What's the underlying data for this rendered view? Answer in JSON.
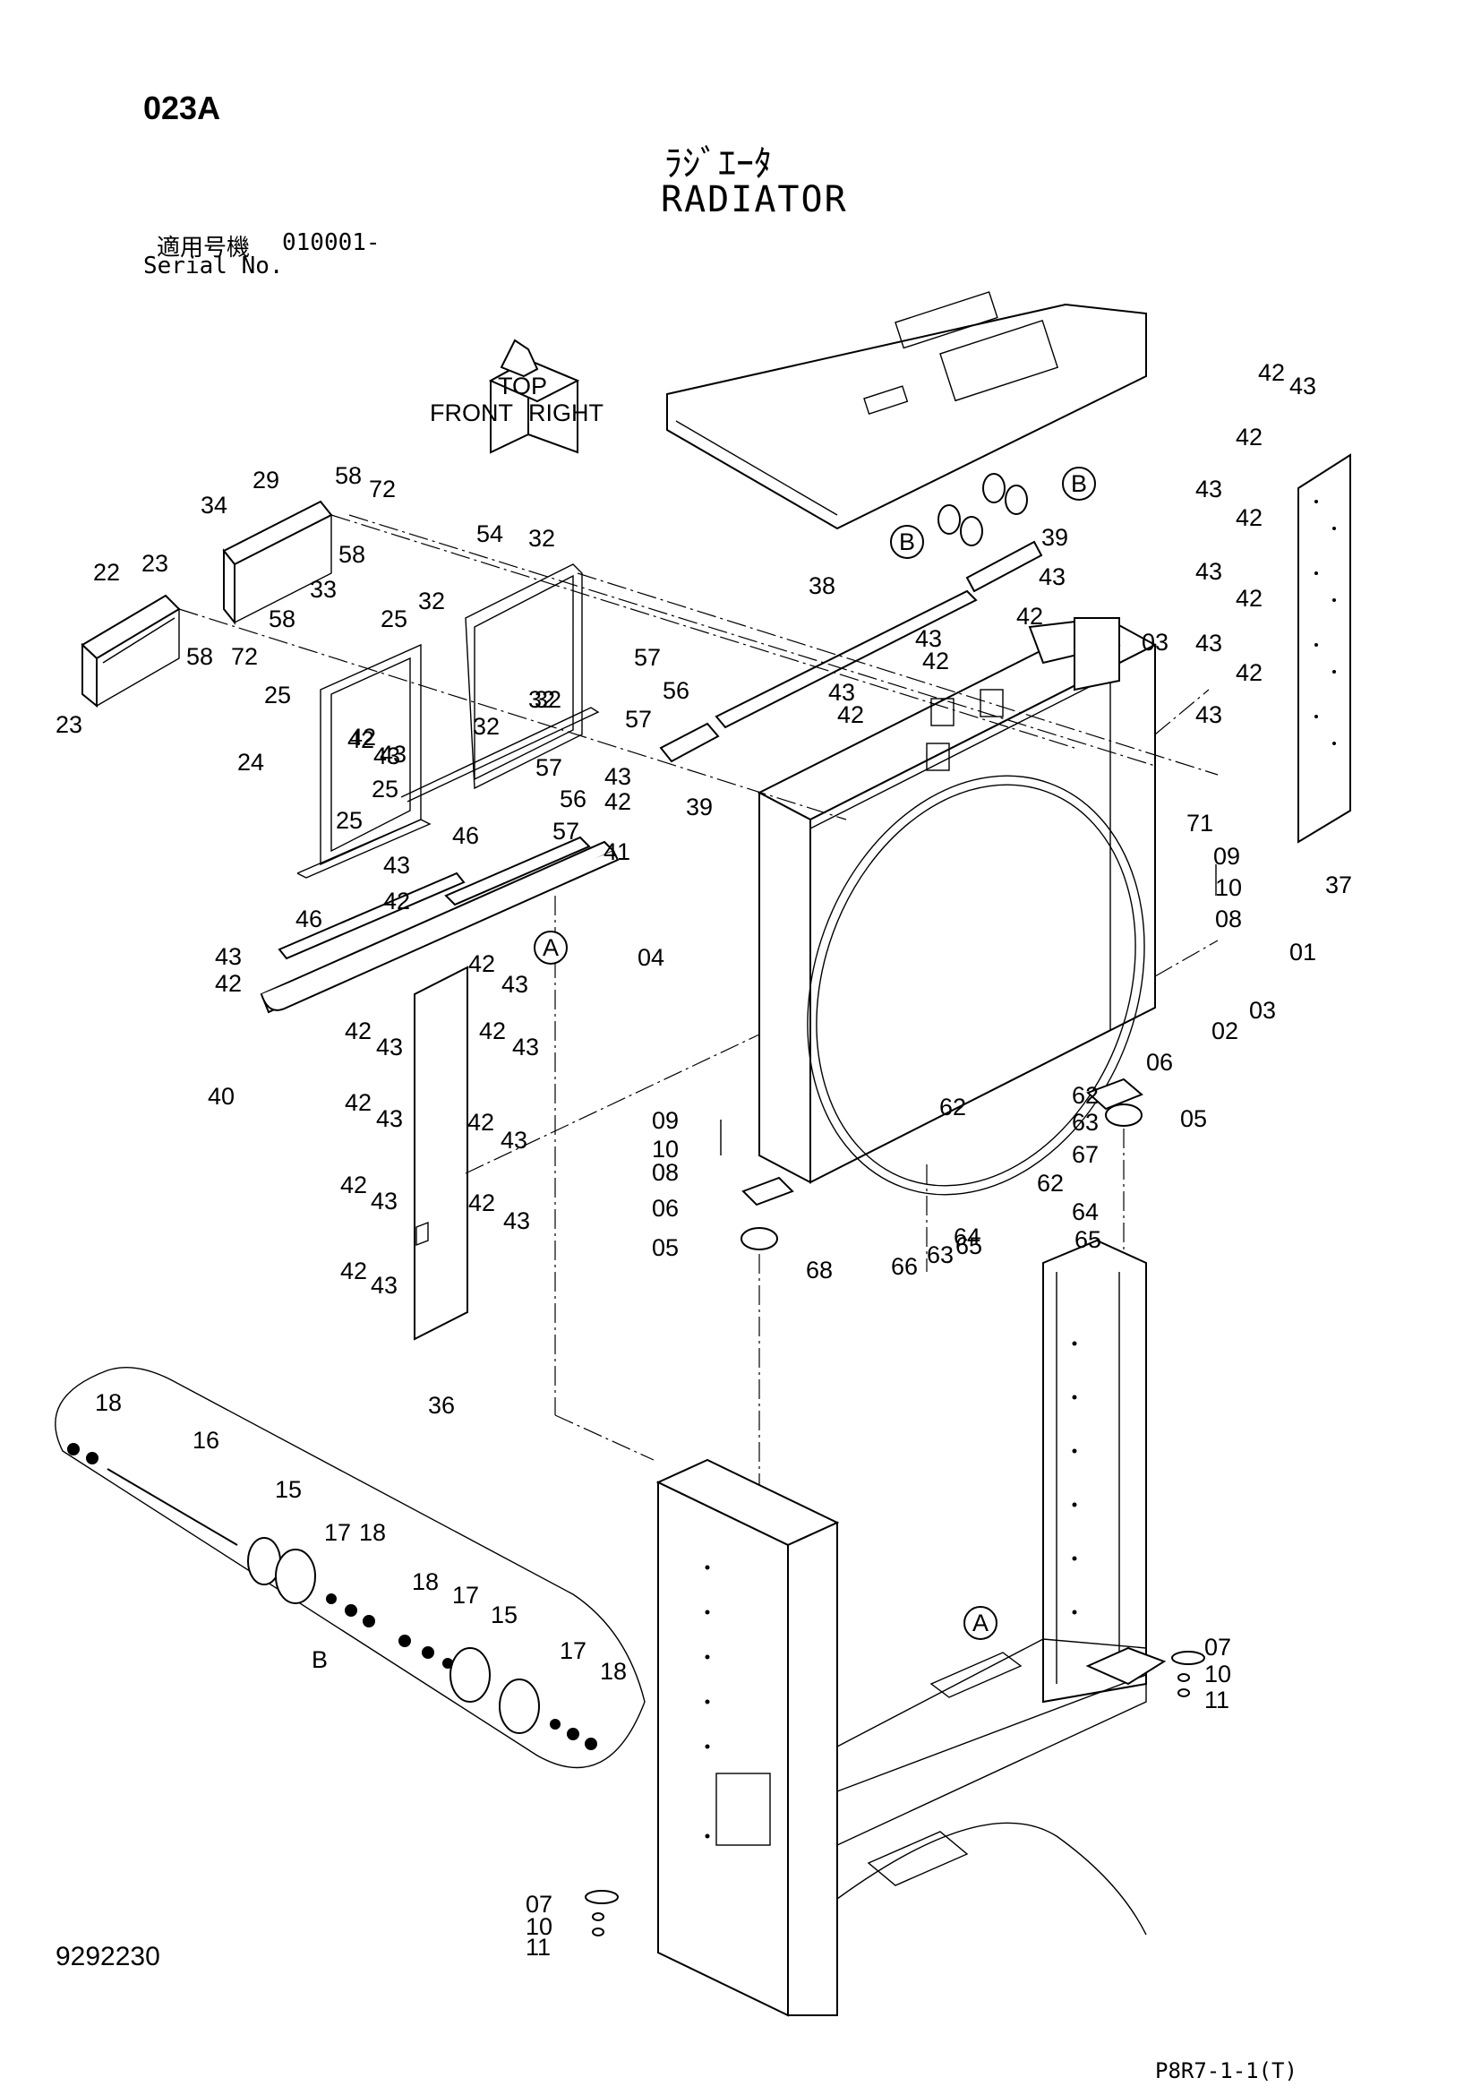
{
  "header": {
    "code": "023A",
    "title_jp": "ﾗｼﾞｴｰﾀ",
    "title_en": "RADIATOR",
    "serial_label_jp": "適用号機",
    "serial_value": "010001-",
    "serial_label_en": "Serial No."
  },
  "footer": {
    "ref_left": "9292230",
    "ref_right": "P8R7-1-1(T)"
  },
  "orientation": {
    "top": "TOP",
    "front": "FRONT",
    "right": "RIGHT"
  },
  "callouts": {
    "a_upper": "A",
    "a_lower": "A",
    "b_left": "B",
    "b_right": "B",
    "b_detail": "B"
  },
  "part_labels": [
    "42",
    "43",
    "42",
    "43",
    "42",
    "43",
    "42",
    "43",
    "42",
    "43",
    "37",
    "29",
    "58",
    "72",
    "34",
    "58",
    "33",
    "22",
    "23",
    "58",
    "72",
    "58",
    "23",
    "54",
    "32",
    "32",
    "32",
    "25",
    "25",
    "42",
    "43",
    "32",
    "32",
    "38",
    "39",
    "43",
    "42",
    "43",
    "42",
    "43",
    "42",
    "03",
    "71",
    "24",
    "42",
    "43",
    "25",
    "57",
    "56",
    "57",
    "57",
    "56",
    "57",
    "43",
    "42",
    "39",
    "25",
    "46",
    "41",
    "43",
    "42",
    "09",
    "10",
    "08",
    "46",
    "43",
    "42",
    "40",
    "04",
    "01",
    "03",
    "02",
    "42",
    "43",
    "42",
    "43",
    "42",
    "43",
    "42",
    "43",
    "42",
    "43",
    "42",
    "43",
    "42",
    "43",
    "42",
    "43",
    "36",
    "06",
    "62",
    "63",
    "05",
    "67",
    "62",
    "64",
    "65",
    "09",
    "10",
    "08",
    "06",
    "05",
    "68",
    "62",
    "65",
    "66",
    "63",
    "64",
    "18",
    "16",
    "15",
    "17",
    "18",
    "18",
    "17",
    "15",
    "17",
    "18",
    "07",
    "10",
    "11",
    "07",
    "10",
    "11"
  ]
}
